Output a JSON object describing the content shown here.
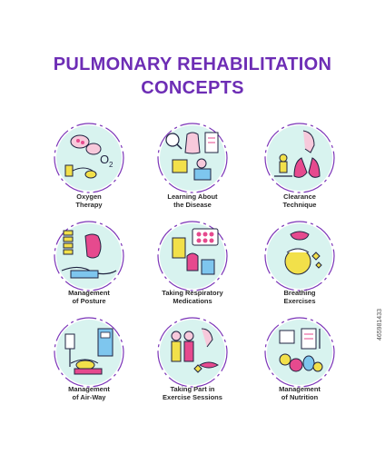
{
  "title": {
    "line1": "PULMONARY REHABILITATION",
    "line2": "CONCEPTS"
  },
  "colors": {
    "title": "#6d2db5",
    "circle_fill": "#d8f3ef",
    "circle_stroke": "#7b35b8",
    "accent_pink": "#e64a8e",
    "accent_yellow": "#f2e04a",
    "outline": "#1f2340"
  },
  "icons": [
    {
      "name": "oxygen-therapy-icon",
      "caption_line1": "Oxygen",
      "caption_line2": "Therapy"
    },
    {
      "name": "learning-disease-icon",
      "caption_line1": "Learning About",
      "caption_line2": "the Disease"
    },
    {
      "name": "clearance-technique-icon",
      "caption_line1": "Clearance",
      "caption_line2": "Technique"
    },
    {
      "name": "management-posture-icon",
      "caption_line1": "Management",
      "caption_line2": "of Posture"
    },
    {
      "name": "respiratory-medications-icon",
      "caption_line1": "Taking Respiratory",
      "caption_line2": "Medications"
    },
    {
      "name": "breathing-exercises-icon",
      "caption_line1": "Breathing",
      "caption_line2": "Exercises"
    },
    {
      "name": "airway-management-icon",
      "caption_line1": "Management",
      "caption_line2": "of Air-Way"
    },
    {
      "name": "exercise-sessions-icon",
      "caption_line1": "Taking Part in",
      "caption_line2": "Exercise Sessions"
    },
    {
      "name": "nutrition-management-icon",
      "caption_line1": "Management",
      "caption_line2": "of Nutrition"
    }
  ],
  "stock": {
    "id": "465981433"
  }
}
